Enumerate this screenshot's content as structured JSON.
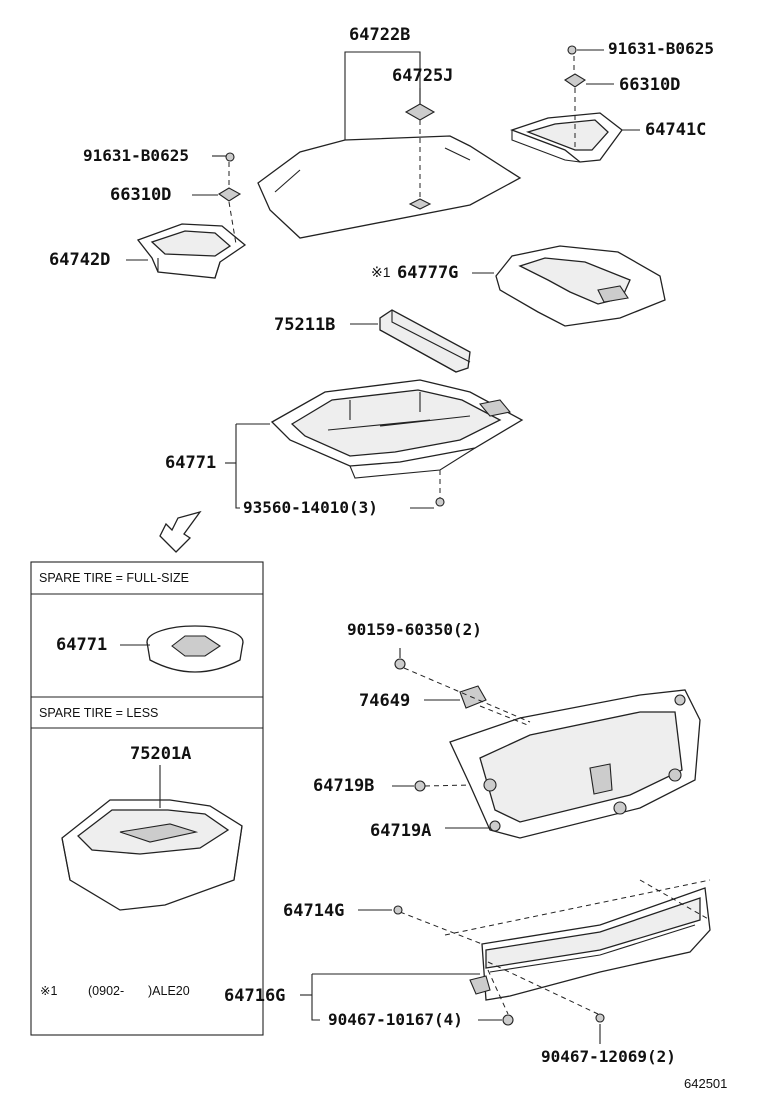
{
  "labels": {
    "p64722B": "64722B",
    "p64725J": "64725J",
    "p91631_right": "91631-B0625",
    "p66310D_right": "66310D",
    "p64741C": "64741C",
    "p91631_left": "91631-B0625",
    "p66310D_left": "66310D",
    "p64742D": "64742D",
    "p64777G_mark": "※1",
    "p64777G": "64777G",
    "p75211B": "75211B",
    "p64771": "64771",
    "p93560": "93560-14010(3)",
    "p90159": "90159-60350(2)",
    "p74649": "74649",
    "p64719B": "64719B",
    "p64719A": "64719A",
    "p64714G": "64714G",
    "p64716G": "64716G",
    "p90467_10167": "90467-10167(4)",
    "p90467_12069": "90467-12069(2)"
  },
  "inset": {
    "full_size_header": "SPARE TIRE = FULL-SIZE",
    "full_size_part": "64771",
    "less_header": "SPARE TIRE = LESS",
    "less_part": "75201A"
  },
  "footnote": {
    "mark": "※1",
    "range": "(0902-",
    "model": ")ALE20"
  },
  "diagram_id": "642501"
}
